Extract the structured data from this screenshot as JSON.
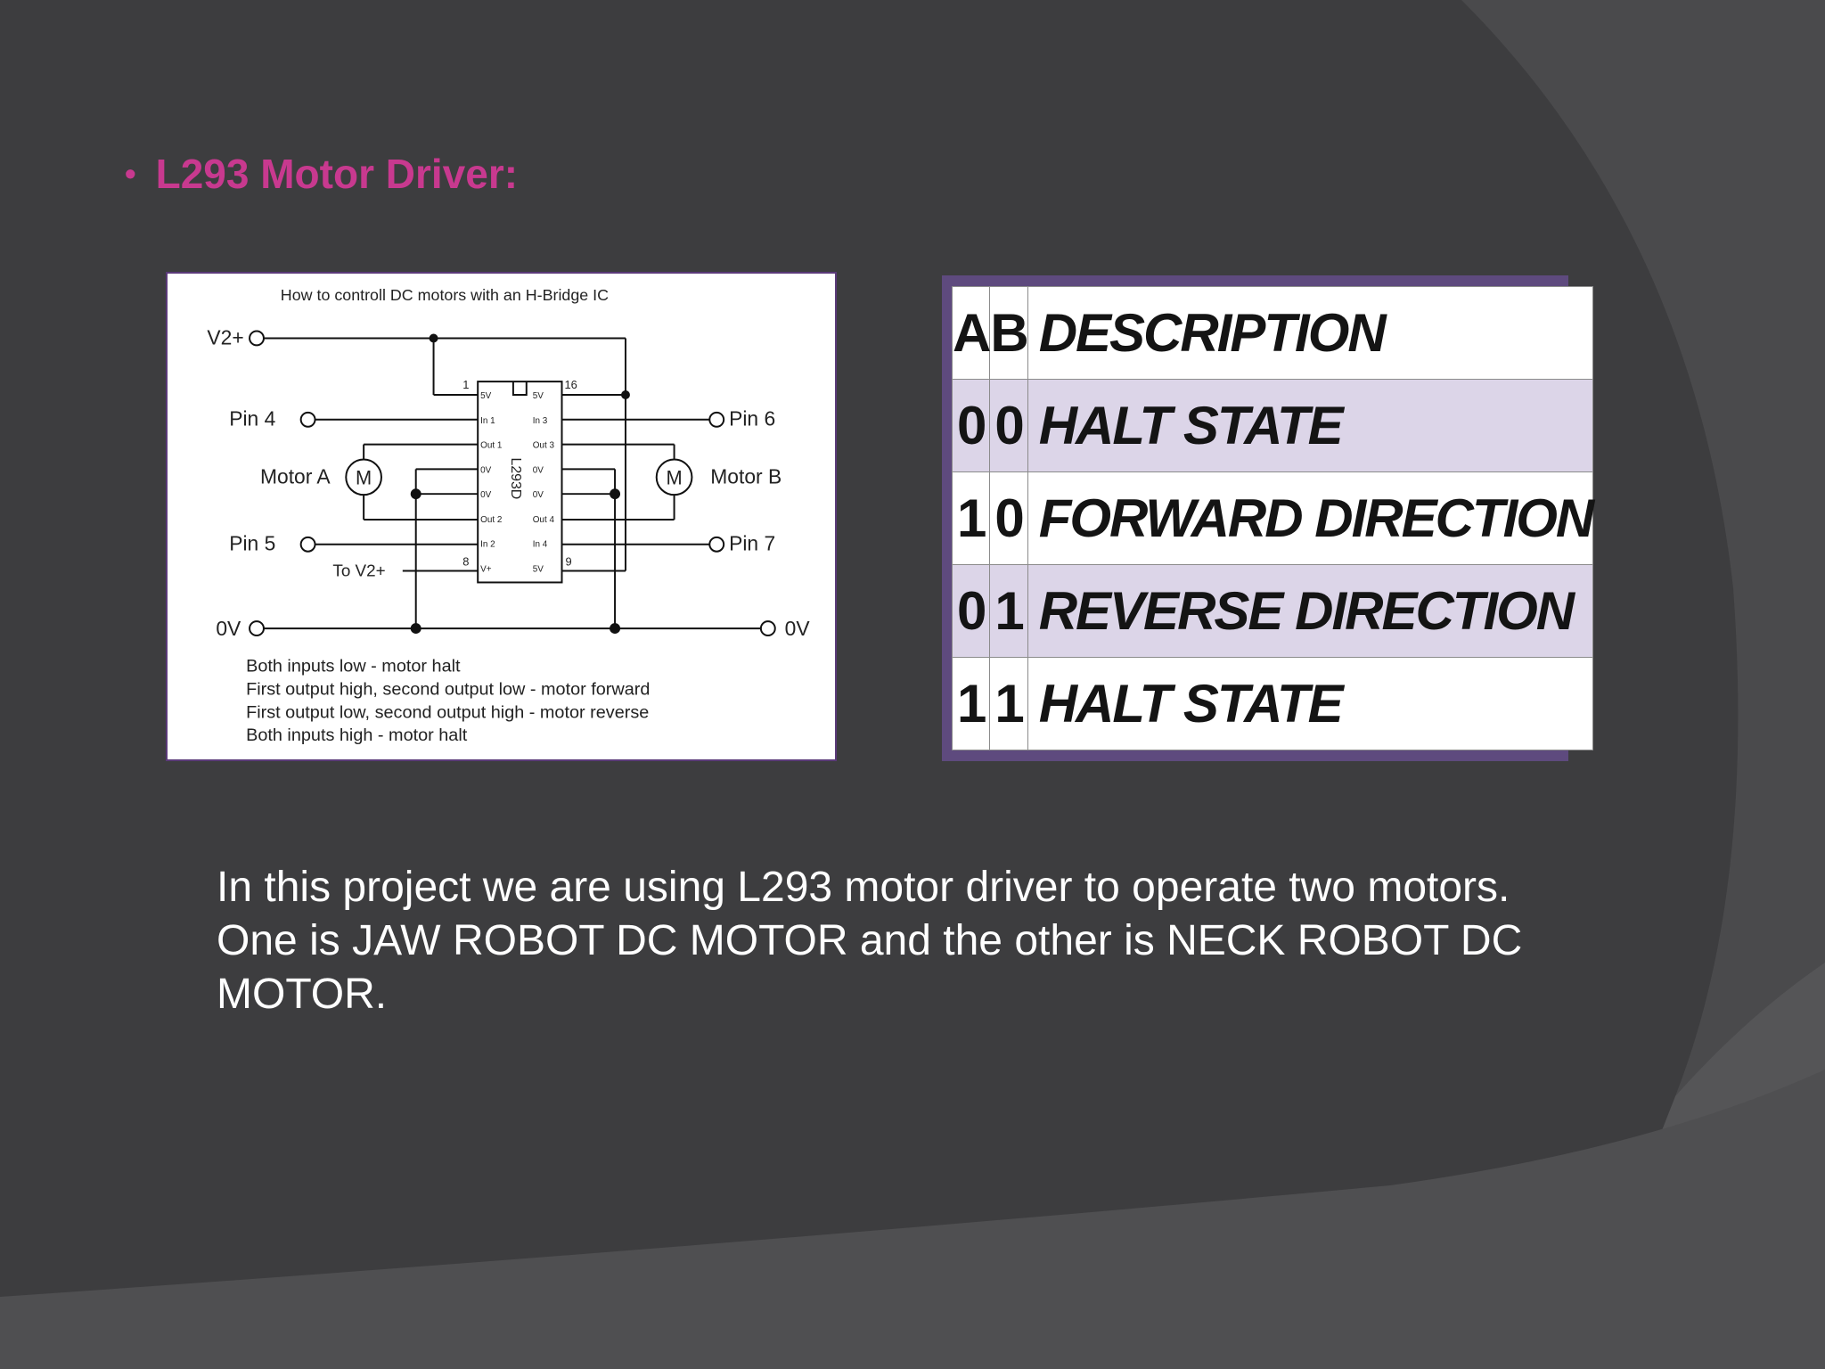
{
  "slide": {
    "bullet_text": "L293 Motor Driver:",
    "paragraph": "In this project we are using L293 motor driver to operate two motors. One is JAW ROBOT DC MOTOR and the other is NECK ROBOT DC MOTOR."
  },
  "diagram": {
    "title": "How to controll DC motors with an H-Bridge IC",
    "labels": {
      "v2": "V2+",
      "pin4": "Pin 4",
      "pin5": "Pin 5",
      "pin6": "Pin 6",
      "pin7": "Pin 7",
      "motor_a": "Motor A",
      "motor_b": "Motor B",
      "motor_symbol": "M",
      "to_v2": "To V2+",
      "zero_v": "0V",
      "chip": "L293D",
      "pin_1": "1",
      "pin_8": "8",
      "pin_9": "9",
      "pin_16": "16"
    },
    "chip_pins_left": [
      "5V",
      "In 1",
      "Out 1",
      "0V",
      "0V",
      "Out 2",
      "In 2",
      "V+"
    ],
    "chip_pins_right": [
      "5V",
      "In 3",
      "Out 3",
      "0V",
      "0V",
      "Out 4",
      "In 4",
      "5V"
    ],
    "notes": [
      "Both inputs low - motor halt",
      "First output high, second output low - motor forward",
      "First output low, second output high - motor reverse",
      "Both inputs high - motor halt"
    ]
  },
  "truth_table": {
    "headers": [
      "A",
      "B",
      "DESCRIPTION"
    ],
    "rows": [
      [
        "0",
        "0",
        "HALT STATE"
      ],
      [
        "1",
        "0",
        "FORWARD DIRECTION"
      ],
      [
        "0",
        "1",
        "REVERSE DIRECTION"
      ],
      [
        "1",
        "1",
        "HALT STATE"
      ]
    ]
  },
  "colors": {
    "background": "#3d3d3f",
    "accent": "#c8398f",
    "table_alt_row": "#dcd5e8",
    "table_frame": "#5e4a7e"
  }
}
